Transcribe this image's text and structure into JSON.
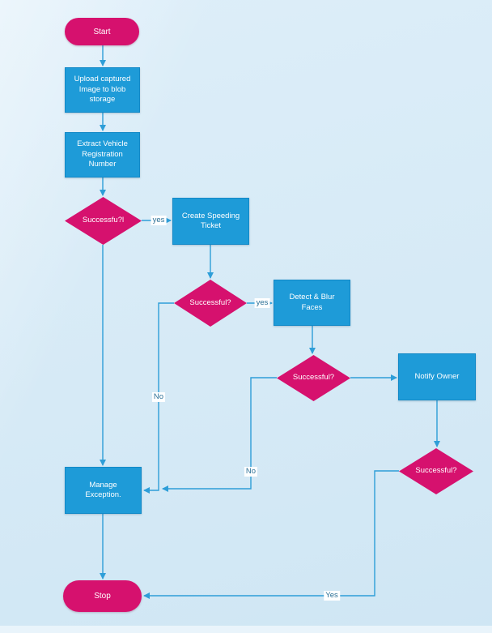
{
  "diagram": {
    "nodes": [
      {
        "id": "start",
        "type": "terminator",
        "label": "Start"
      },
      {
        "id": "upload",
        "type": "process",
        "label": "Upload captured Image to blob storage"
      },
      {
        "id": "extract",
        "type": "process",
        "label": "Extract Vehicle Registration Number"
      },
      {
        "id": "decision1",
        "type": "decision",
        "label": "Successfu?l"
      },
      {
        "id": "create",
        "type": "process",
        "label": "Create Speeding Ticket"
      },
      {
        "id": "decision2",
        "type": "decision",
        "label": "Successful?"
      },
      {
        "id": "detect",
        "type": "process",
        "label": "Detect & Blur Faces"
      },
      {
        "id": "decision3",
        "type": "decision",
        "label": "Successful?"
      },
      {
        "id": "notify",
        "type": "process",
        "label": "Notify Owner"
      },
      {
        "id": "decision4",
        "type": "decision",
        "label": "Successful?"
      },
      {
        "id": "manage",
        "type": "process",
        "label": "Manage Exception."
      },
      {
        "id": "stop",
        "type": "terminator",
        "label": "Stop"
      }
    ],
    "edge_labels": [
      {
        "id": "decision1-yes",
        "text": "yes"
      },
      {
        "id": "decision2-yes",
        "text": "yes"
      },
      {
        "id": "decision2-no",
        "text": "No"
      },
      {
        "id": "decision3-no",
        "text": "No"
      },
      {
        "id": "decision4-yes",
        "text": "Yes"
      }
    ],
    "colors": {
      "terminator_decision_fill": "#d6116e",
      "process_fill": "#1e9bd8",
      "connector": "#2e9ed8",
      "edge_label_text": "#2b7096",
      "edge_label_bg": "#ffffff",
      "background": "#d6eaf6",
      "node_text": "#ffffff"
    }
  }
}
